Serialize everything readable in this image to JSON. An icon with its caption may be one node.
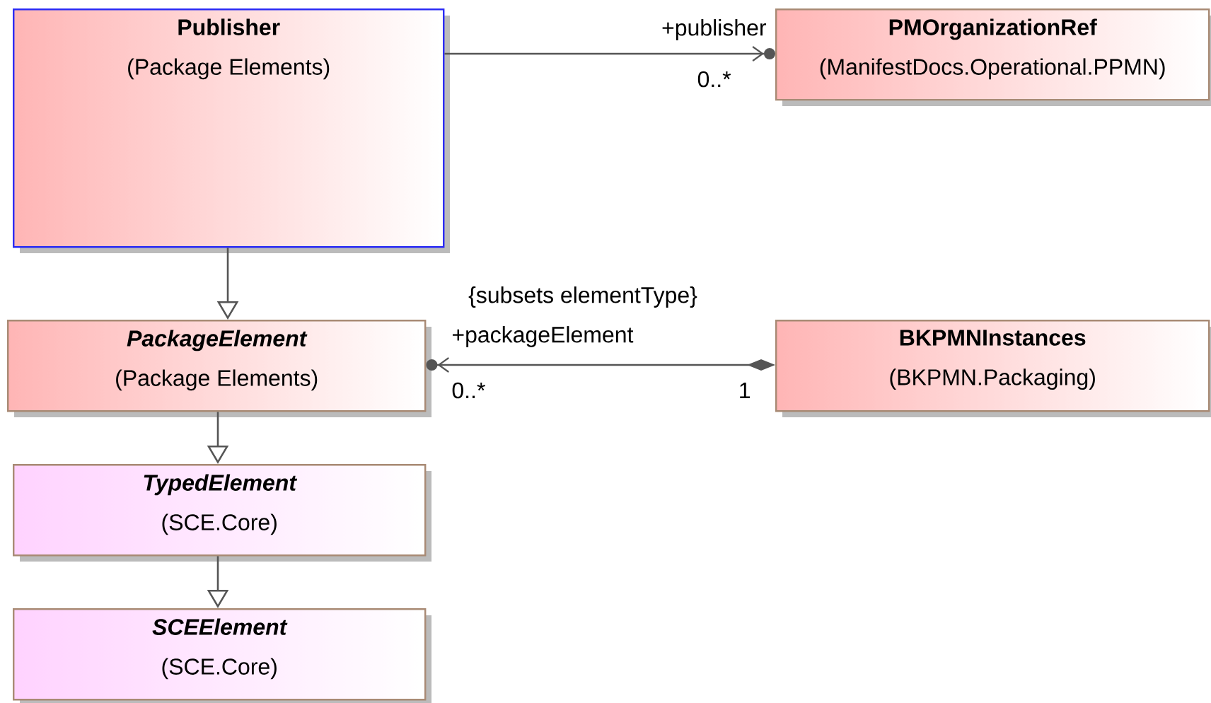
{
  "diagram": {
    "nodes": [
      {
        "text": [
          "Publisher",
          "(Package Elements)"
        ]
      },
      {
        "text": [
          "PMOrganizationRef",
          "(ManifestDocs.Operational.PPMN)"
        ]
      },
      {
        "text": [
          "PackageElement",
          "(Package Elements)"
        ]
      },
      {
        "text": [
          "BKPMNInstances",
          "(BKPMN.Packaging)"
        ]
      },
      {
        "text": [
          "TypedElement",
          "(SCE.Core)"
        ]
      },
      {
        "text": [
          "SCEElement",
          "(SCE.Core)"
        ]
      }
    ],
    "edges": [
      {
        "from": 0,
        "to": 1,
        "arrow": "to"
      },
      {
        "from": 0,
        "to": 2,
        "arrow": "to"
      },
      {
        "from": 3,
        "to": 2,
        "arrow": "to"
      },
      {
        "from": 2,
        "to": 4,
        "arrow": "to"
      },
      {
        "from": 4,
        "to": 5,
        "arrow": "to"
      }
    ],
    "labels": [
      "+publisher",
      "0..*",
      "{subsets elementType}",
      "+packageElement",
      "0..*",
      "1"
    ]
  }
}
